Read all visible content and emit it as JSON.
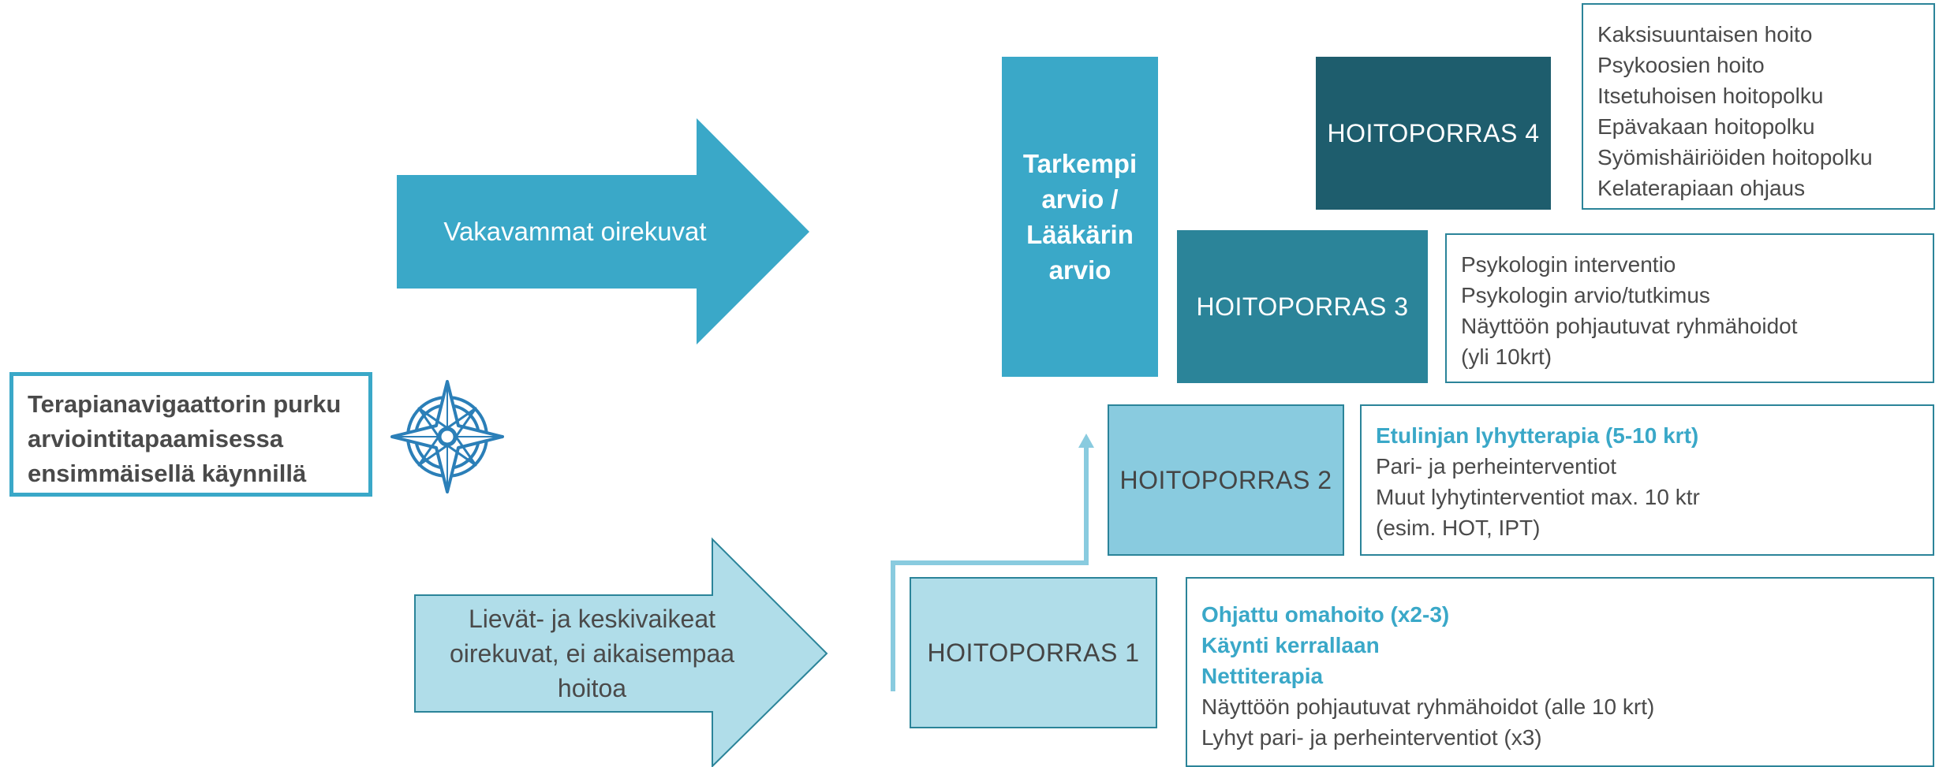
{
  "colors": {
    "accent": "#3aa8c8",
    "dark_teal": "#1e5d6d",
    "mid_teal": "#2b8499",
    "light_blue": "#89cbdf",
    "pale_blue": "#b0dde9"
  },
  "navigator": {
    "lines": [
      "Terapianavigaattorin purku",
      "arviointitapaamisessa",
      "ensimmäisellä käynnillä"
    ],
    "icon": "compass-icon"
  },
  "arrows": {
    "top": {
      "label": "Vakavammat oirekuvat"
    },
    "bottom": {
      "lines": [
        "Lievät- ja keskivaikeat",
        "oirekuvat, ei aikaisempaa",
        "hoitoa"
      ]
    }
  },
  "assessment": {
    "lines": [
      "Tarkempi",
      "arvio /",
      "Lääkärin",
      "arvio"
    ]
  },
  "steps": [
    {
      "label": "HOITOPORRAS 1",
      "items": [
        {
          "text": "Ohjattu omahoito (x2-3)",
          "highlight": true
        },
        {
          "text": "Käynti kerrallaan",
          "highlight": true
        },
        {
          "text": "Nettiterapia",
          "highlight": true
        },
        {
          "text": "Näyttöön pohjautuvat ryhmähoidot (alle 10 krt)",
          "highlight": false
        },
        {
          "text": "Lyhyt pari- ja perheinterventiot (x3)",
          "highlight": false
        }
      ]
    },
    {
      "label": "HOITOPORRAS 2",
      "items": [
        {
          "text": "Etulinjan lyhytterapia (5-10 krt)",
          "highlight": true
        },
        {
          "text": "Pari- ja perheinterventiot",
          "highlight": false
        },
        {
          "text": "Muut lyhytinterventiot max. 10 ktr",
          "highlight": false
        },
        {
          "text": "(esim. HOT, IPT)",
          "highlight": false
        }
      ]
    },
    {
      "label": "HOITOPORRAS 3",
      "items": [
        {
          "text": "Psykologin interventio",
          "highlight": false
        },
        {
          "text": "Psykologin arvio/tutkimus",
          "highlight": false
        },
        {
          "text": "Näyttöön pohjautuvat ryhmähoidot",
          "highlight": false
        },
        {
          "text": "(yli 10krt)",
          "highlight": false
        }
      ]
    },
    {
      "label": "HOITOPORRAS 4",
      "items": [
        {
          "text": "Kaksisuuntaisen hoito",
          "highlight": false
        },
        {
          "text": "Psykoosien hoito",
          "highlight": false
        },
        {
          "text": "Itsetuhoisen hoitopolku",
          "highlight": false
        },
        {
          "text": "Epävakaan hoitopolku",
          "highlight": false
        },
        {
          "text": "Syömishäiriöiden hoitopolku",
          "highlight": false
        },
        {
          "text": "Kelaterapiaan ohjaus",
          "highlight": false
        }
      ]
    }
  ]
}
